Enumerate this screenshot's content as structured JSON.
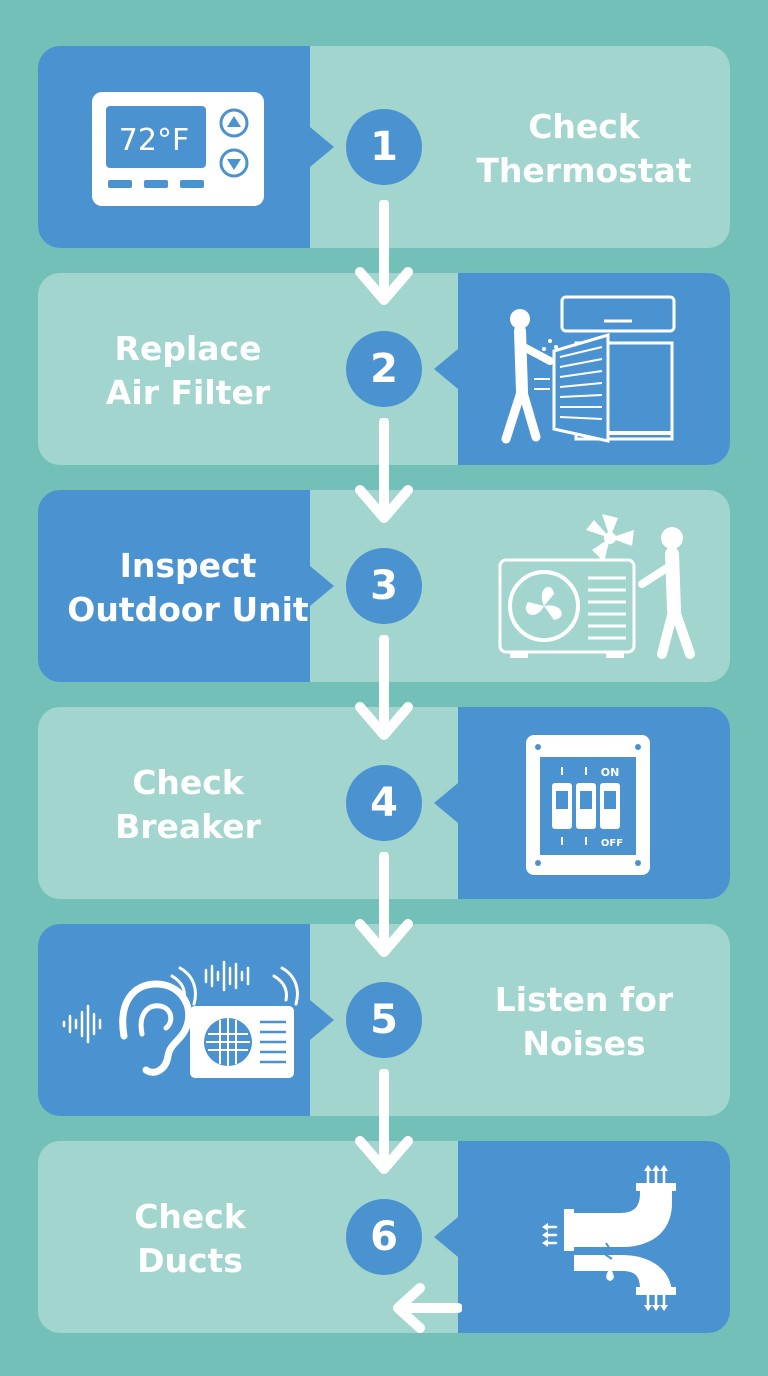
{
  "steps": [
    {
      "number": "1",
      "line1": "Check",
      "line2": "Thermostat",
      "icon": "thermostat-icon",
      "thermostat_reading": "72°F"
    },
    {
      "number": "2",
      "line1": "Replace",
      "line2": "Air Filter",
      "icon": "air-filter-icon"
    },
    {
      "number": "3",
      "line1": "Inspect",
      "line2": "Outdoor Unit",
      "icon": "outdoor-unit-icon"
    },
    {
      "number": "4",
      "line1": "Check",
      "line2": "Breaker",
      "icon": "breaker-panel-icon",
      "switch_on": "ON",
      "switch_off": "OFF"
    },
    {
      "number": "5",
      "line1": "Listen for",
      "line2": "Noises",
      "icon": "listen-noise-icon"
    },
    {
      "number": "6",
      "line1": "Check",
      "line2": "Ducts",
      "icon": "ducts-icon"
    }
  ],
  "colors": {
    "background": "#72c0b8",
    "card": "#a1d5ce",
    "accent_blue": "#4b93d0",
    "text": "#ffffff"
  }
}
